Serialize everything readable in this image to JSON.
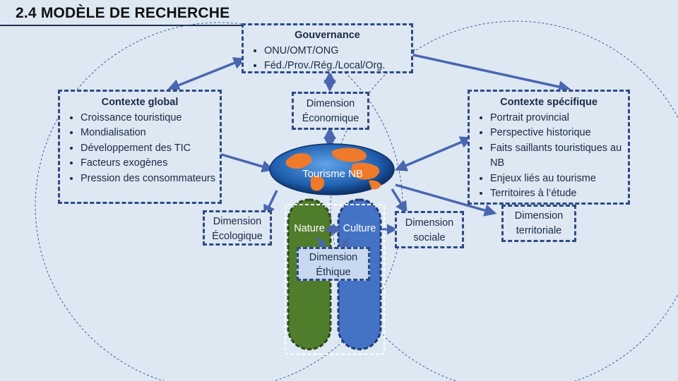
{
  "title": "2.4 MODÈLE DE RECHERCHE",
  "gouvernance": {
    "header": "Gouvernance",
    "items": [
      "ONU/OMT/ONG",
      "Féd./Prov./Rég./Local/Org."
    ]
  },
  "contexte_global": {
    "header": "Contexte global",
    "items": [
      "Croissance touristique",
      "Mondialisation",
      "Développement des TIC",
      "Facteurs exogènes",
      "Pression des consommateurs"
    ]
  },
  "contexte_specifique": {
    "header": "Contexte spécifique",
    "items": [
      "Portrait provincial",
      "Perspective historique",
      "Faits saillants touristiques au NB",
      "Enjeux liés au tourisme",
      "Territoires à l’étude"
    ]
  },
  "dimension_economique": "Dimension Économique",
  "tourisme": "Tourisme NB",
  "dimension_ecologique": "Dimension Écologique",
  "nature": "Nature",
  "culture": "Culture",
  "dimension_ethique": "Dimension Éthique",
  "dimension_sociale": "Dimension sociale",
  "dimension_territoriale": "Dimension territoriale",
  "colors": {
    "border": "#2f4a84",
    "arrow": "#4a66b0",
    "nature_green": "#4f7d2c",
    "culture_blue": "#4472c4",
    "globe_ocean": "#1f5fae",
    "globe_land": "#ee7a2a",
    "background": "#dde8f3"
  }
}
